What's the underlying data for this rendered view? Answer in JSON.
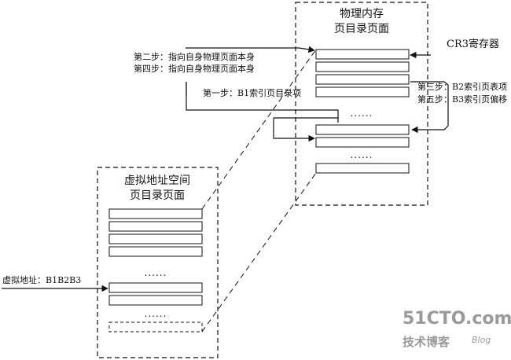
{
  "physical_memory": {
    "title_line1": "物理内存",
    "title_line2": "页目录页面",
    "dots_top": "......",
    "dots_bottom": "......"
  },
  "virtual_space": {
    "title_line1": "虚拟地址空间",
    "title_line2": "页目录页面",
    "dots_top": "......",
    "dots_bottom": "......"
  },
  "labels": {
    "cr3": "CR3寄存器",
    "step2": "第二步：指向自身物理页面本身",
    "step4": "第四步：指向自身物理页面本身",
    "step1": "第一步：B1索引页目录项",
    "step3": "第三步：B2索引页表项",
    "step5": "第五步：B3索引页偏移",
    "virtual_address": "虚拟地址：B1B2B3"
  },
  "watermark": {
    "site": "51CTO.com",
    "sub": "技术博客",
    "blog": "Blog"
  },
  "colors": {
    "line": "#111111",
    "watermark": "#9a9a9a"
  }
}
